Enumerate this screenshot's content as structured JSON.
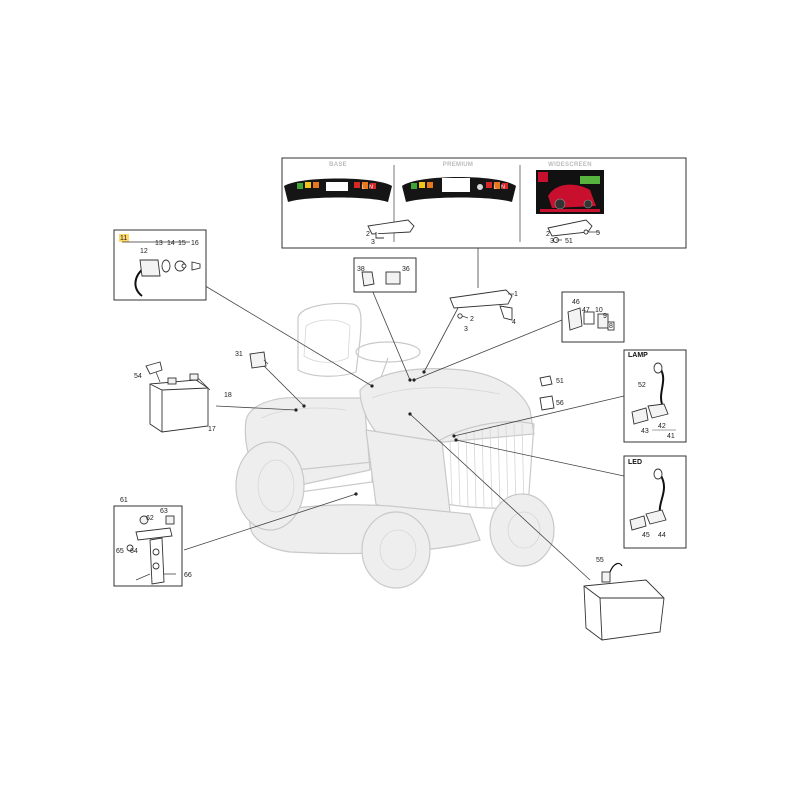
{
  "dashboards": {
    "base": "BASE",
    "premium": "PREMIUM",
    "widescreen": "WIDESCREEN",
    "base_display_letters": "L",
    "base_display_letters2": "N",
    "premium_display_letters": "L",
    "premium_display_letters2": "N"
  },
  "sections": {
    "lamp": "LAMP",
    "led": "LED"
  },
  "parts": {
    "p1": "1",
    "p2a": "2",
    "p3a": "3",
    "p2b": "2",
    "p3b": "3",
    "p2c": "2",
    "p3c": "3",
    "p4": "4",
    "p5": "5",
    "p51a": "51",
    "p51b": "51",
    "p8": "8",
    "p9": "9",
    "p10": "10",
    "p11": "11",
    "p12": "12",
    "p13": "13",
    "p14": "14",
    "p15": "15",
    "p16": "16",
    "p17": "17",
    "p18": "18",
    "p31": "31",
    "p36": "36",
    "p38": "38",
    "p41": "41",
    "p42": "42",
    "p43": "43",
    "p44": "44",
    "p45": "45",
    "p46": "46",
    "p47": "47",
    "p52": "52",
    "p54": "54",
    "p55": "55",
    "p56": "56",
    "p61": "61",
    "p62": "62",
    "p63": "63",
    "p64": "64",
    "p65": "65",
    "p66": "66"
  },
  "colors": {
    "highlight": "#ffd86b",
    "dash_black": "#151515",
    "led_green": "#3fa535",
    "led_yellow": "#f0c419",
    "led_orange": "#e8781e",
    "led_red": "#d62828",
    "wide_red": "#c8102e",
    "wide_green": "#57b33e"
  }
}
